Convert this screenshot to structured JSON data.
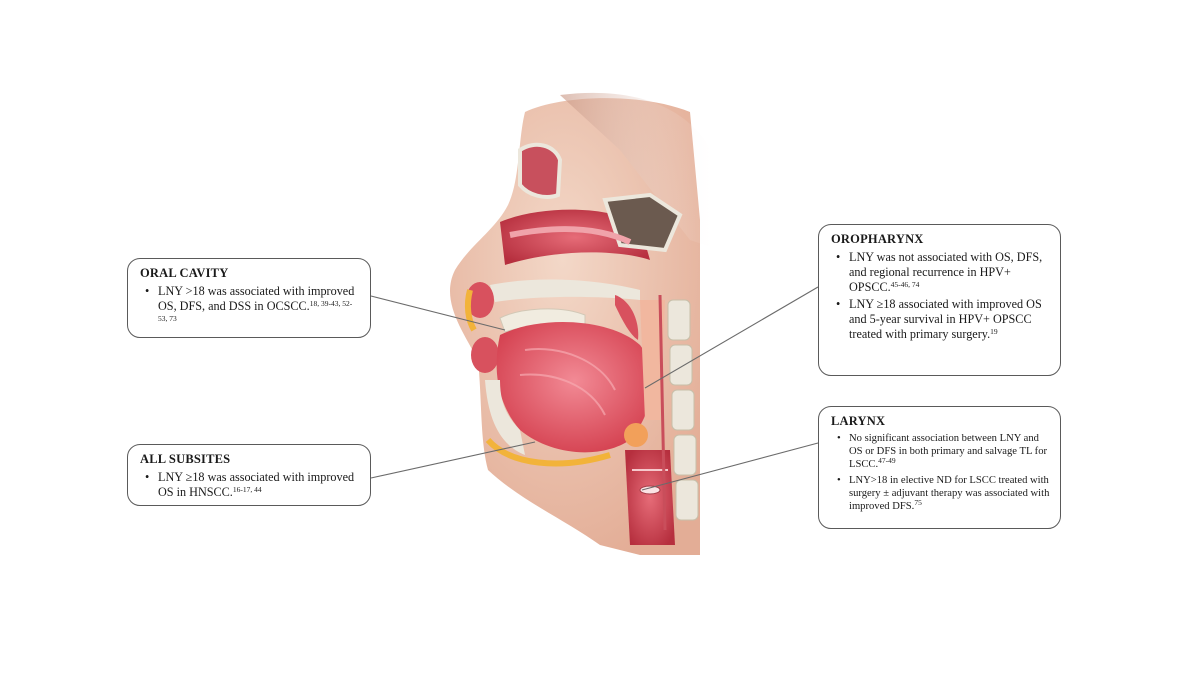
{
  "callouts": [
    {
      "id": "oral",
      "title": "ORAL CAVITY",
      "items": [
        {
          "text": "LNY >18 was associated with improved OS, DFS, and DSS in OCSCC.",
          "refs": "18, 39-43, 52-53, 73"
        }
      ]
    },
    {
      "id": "all",
      "title": "ALL SUBSITES",
      "items": [
        {
          "text": "LNY ≥18 was associated with improved OS in HNSCC.",
          "refs": "16-17, 44"
        }
      ]
    },
    {
      "id": "oro",
      "title": "OROPHARYNX",
      "items": [
        {
          "text": "LNY was not associated with OS, DFS, and regional recurrence in HPV+ OPSCC.",
          "refs": "45-46, 74"
        },
        {
          "text": "LNY ≥18 associated with improved OS and 5-year survival in HPV+ OPSCC treated with primary surgery.",
          "refs": "19"
        }
      ]
    },
    {
      "id": "lar",
      "title": "LARYNX",
      "items": [
        {
          "text": "No significant association between LNY and OS or DFS in both primary and salvage TL for LSCC.",
          "refs": "47-49"
        },
        {
          "text": "LNY>18 in elective ND for LSCC treated with surgery ± adjuvant therapy was associated with improved DFS.",
          "refs": "75"
        }
      ]
    }
  ],
  "colors": {
    "skin": "#e9c2ab",
    "tissue_red": "#d9505e",
    "tongue": "#e8606e",
    "bone": "#e6e2d6",
    "fat_yellow": "#f2b33a",
    "leader_line": "#6b6b6b",
    "border": "#5a5a5a"
  }
}
